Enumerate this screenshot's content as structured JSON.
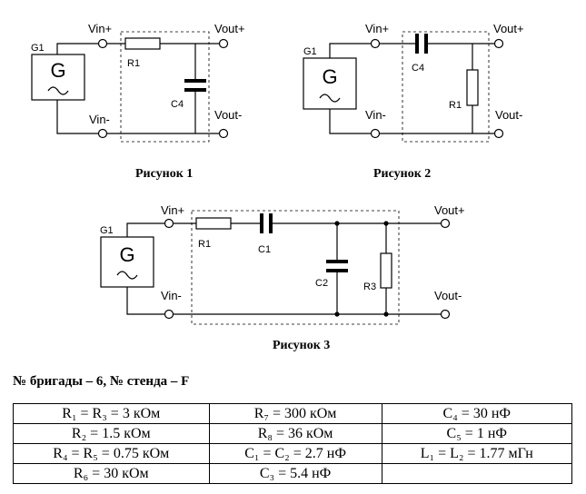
{
  "figure1": {
    "caption": "Рисунок 1",
    "gen_label": "G1",
    "gen_symbol": "G",
    "vin_plus": "Vin+",
    "vin_minus": "Vin-",
    "vout_plus": "Vout+",
    "vout_minus": "Vout-",
    "r1": "R1",
    "c4": "C4"
  },
  "figure2": {
    "caption": "Рисунок 2",
    "gen_label": "G1",
    "gen_symbol": "G",
    "vin_plus": "Vin+",
    "vin_minus": "Vin-",
    "vout_plus": "Vout+",
    "vout_minus": "Vout-",
    "c4": "C4",
    "r1": "R1"
  },
  "figure3": {
    "caption": "Рисунок 3",
    "gen_label": "G1",
    "gen_symbol": "G",
    "vin_plus": "Vin+",
    "vin_minus": "Vin-",
    "vout_plus": "Vout+",
    "vout_minus": "Vout-",
    "r1": "R1",
    "c1": "C1",
    "c2": "C2",
    "r3": "R3"
  },
  "team_line": "№ бригады – 6, № стенда – F",
  "params": [
    [
      "R₁ = R₃ = 3 кОм",
      "R₇ = 300 кОм",
      "C₄ = 30 нФ"
    ],
    [
      "R₂ = 1.5 кОм",
      "R₈ = 36 кОм",
      "C₅ = 1 нФ"
    ],
    [
      "R₄ = R₅ = 0.75 кОм",
      "C₁ = C₂ = 2.7 нФ",
      "L₁ = L₂ = 1.77 мГн"
    ],
    [
      "R₆ = 30 кОм",
      "C₃ = 5.4 нФ",
      ""
    ]
  ]
}
